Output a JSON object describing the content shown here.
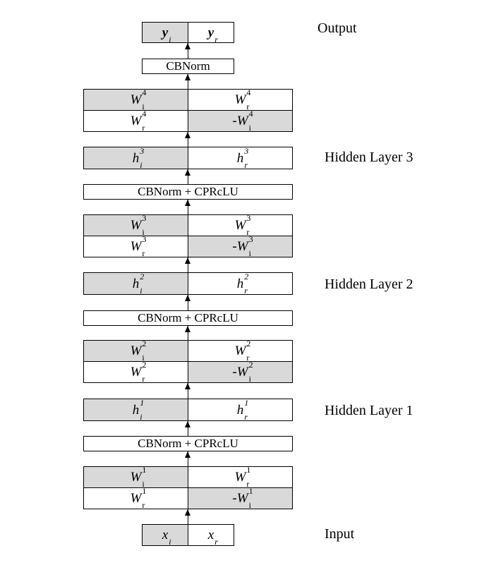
{
  "labels": {
    "output": "Output",
    "hidden3": "Hidden Layer 3",
    "hidden2": "Hidden Layer 2",
    "hidden1": "Hidden Layer 1",
    "input": "Input"
  },
  "output_block": {
    "left": {
      "base": "y",
      "sub": "i"
    },
    "right": {
      "base": "y",
      "sub": "r"
    }
  },
  "final_norm": "CBNorm",
  "norm_act": "CBNorm + CPRcLU",
  "weights": {
    "w4": {
      "tl": {
        "base": "W",
        "sup": "4",
        "sub": "i"
      },
      "tr": {
        "base": "W",
        "sup": "4",
        "sub": "r"
      },
      "bl": {
        "base": "W",
        "sup": "4",
        "sub": "r"
      },
      "br": {
        "pre": "-",
        "base": "W",
        "sup": "4",
        "sub": "i"
      }
    },
    "w3": {
      "tl": {
        "base": "W",
        "sup": "3",
        "sub": "i"
      },
      "tr": {
        "base": "W",
        "sup": "3",
        "sub": "r"
      },
      "bl": {
        "base": "W",
        "sup": "3",
        "sub": "r"
      },
      "br": {
        "pre": "-",
        "base": "W",
        "sup": "3",
        "sub": "i"
      }
    },
    "w2": {
      "tl": {
        "base": "W",
        "sup": "2",
        "sub": "i"
      },
      "tr": {
        "base": "W",
        "sup": "2",
        "sub": "r"
      },
      "bl": {
        "base": "W",
        "sup": "2",
        "sub": "r"
      },
      "br": {
        "pre": "-",
        "base": "W",
        "sup": "2",
        "sub": "i"
      }
    },
    "w1": {
      "tl": {
        "base": "W",
        "sup": "1",
        "sub": "i"
      },
      "tr": {
        "base": "W",
        "sup": "1",
        "sub": "r"
      },
      "bl": {
        "base": "W",
        "sup": "1",
        "sub": "r"
      },
      "br": {
        "pre": "-",
        "base": "W",
        "sup": "1",
        "sub": "i"
      }
    }
  },
  "hidden": {
    "h3": {
      "left": {
        "base": "h",
        "sup": "3",
        "sub": "i"
      },
      "right": {
        "base": "h",
        "sup": "3",
        "sub": "r"
      }
    },
    "h2": {
      "left": {
        "base": "h",
        "sup": "2",
        "sub": "i"
      },
      "right": {
        "base": "h",
        "sup": "2",
        "sub": "r"
      }
    },
    "h1": {
      "left": {
        "base": "h",
        "sup": "1",
        "sub": "i"
      },
      "right": {
        "base": "h",
        "sup": "1",
        "sub": "r"
      }
    }
  },
  "input_block": {
    "left": {
      "base": "x",
      "sub": "i"
    },
    "right": {
      "base": "x",
      "sub": "r"
    }
  },
  "colors": {
    "shade": "#d9d9d9",
    "line": "#000000"
  }
}
